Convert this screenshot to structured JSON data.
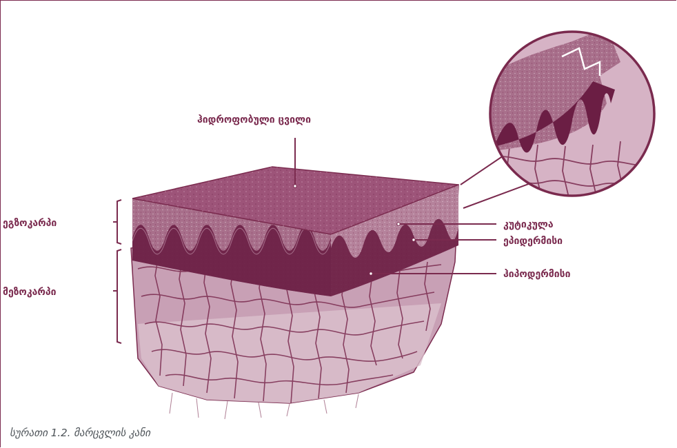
{
  "diagram": {
    "labels": {
      "wax": "ჰიდროფობული ცვილი",
      "outer_layer": "ეგზოკარპი",
      "inner_layer": "მეზოკარპი",
      "cuticle": "კუტიკულა",
      "epidermis": "ეპიდერმისი",
      "hypodermis": "ჰიპოდერმისი"
    },
    "colors": {
      "wine": "#7a2a4e",
      "dark_wave": "#6b1e44",
      "top_face": "#a25c7e",
      "side_face": "#b5829b",
      "cell_layer": "#c8a0b5",
      "cell_light": "#dbc0cd"
    }
  },
  "caption": {
    "text": "სურათი 1.2. მარცვლის კანი"
  }
}
